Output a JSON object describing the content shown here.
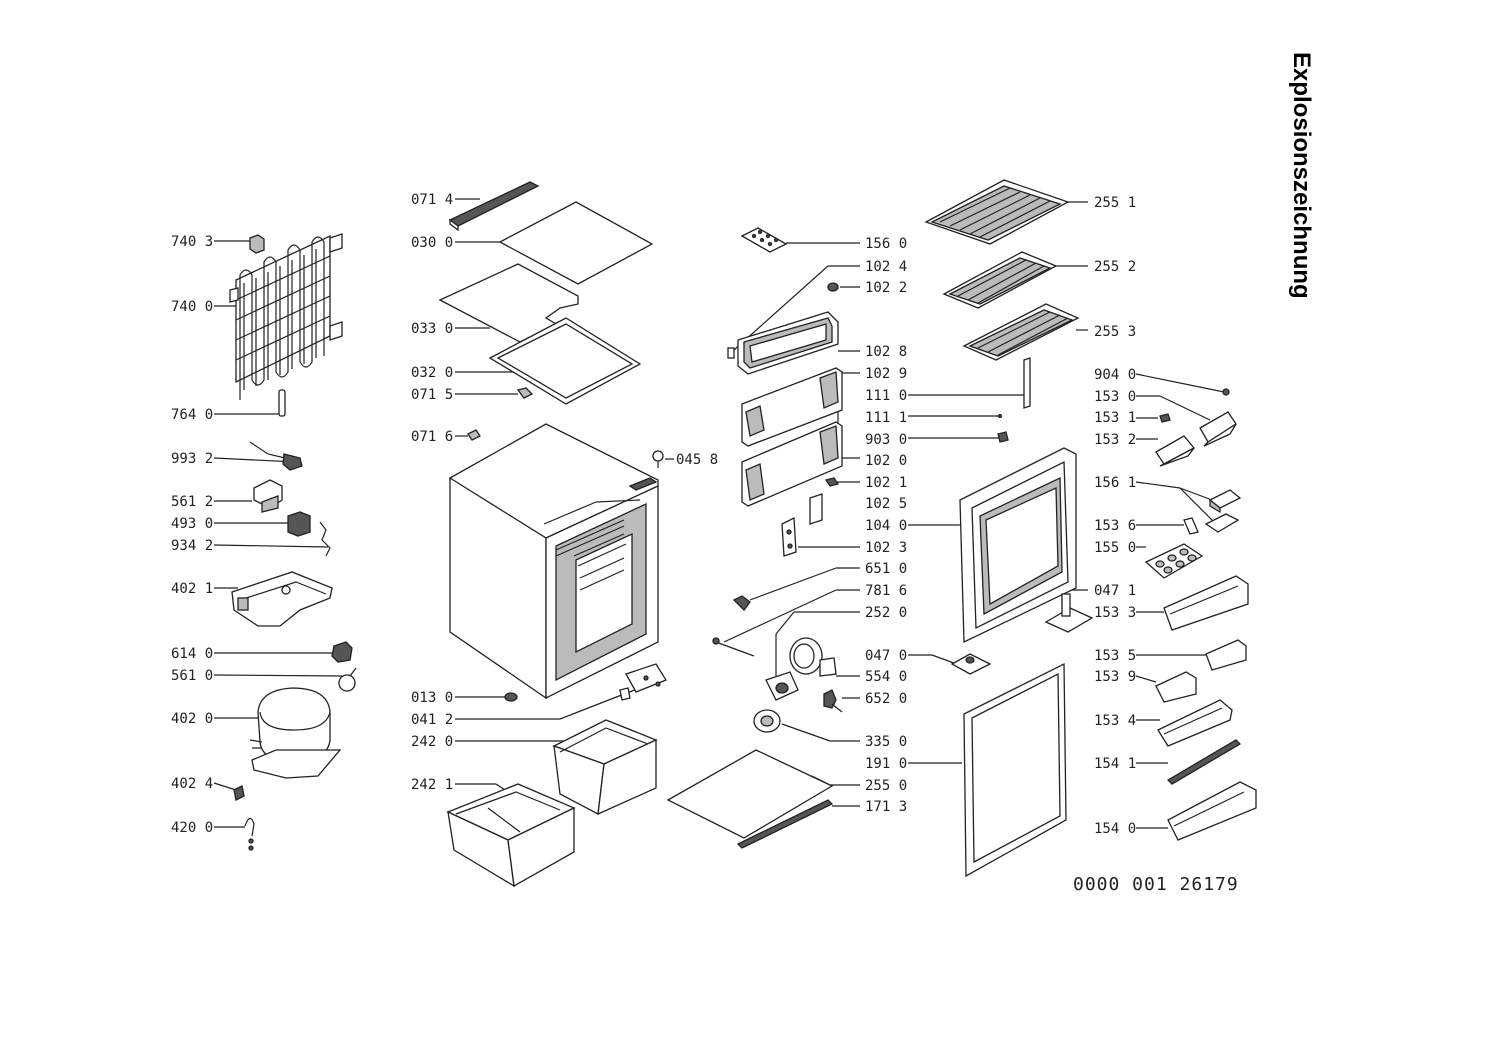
{
  "title": "Explosionszeichnung",
  "document_number": "0000 001 26179",
  "labels": {
    "l7403": "740 3",
    "l7400": "740 0",
    "l7640": "764 0",
    "l9932": "993 2",
    "l5612": "561 2",
    "l4930": "493 0",
    "l9342": "934 2",
    "l4021": "402 1",
    "l6140": "614 0",
    "l5610": "561 0",
    "l4020": "402 0",
    "l4024": "402 4",
    "l4200": "420 0",
    "l0714": "071 4",
    "l0300": "030 0",
    "l0330": "033 0",
    "l0320": "032 0",
    "l0715": "071 5",
    "l0716": "071 6",
    "l0458": "045 8",
    "l0130": "013 0",
    "l0412": "041 2",
    "l2420": "242 0",
    "l2421": "242 1",
    "l1560": "156 0",
    "l1024": "102 4",
    "l1022": "102 2",
    "l1028": "102 8",
    "l1029": "102 9",
    "l1110": "111 0",
    "l1111": "111 1",
    "l9030": "903 0",
    "l1020": "102 0",
    "l1021": "102 1",
    "l1025": "102 5",
    "l1040": "104 0",
    "l1023": "102 3",
    "l6510": "651 0",
    "l7816": "781 6",
    "l2520": "252 0",
    "l0470": "047 0",
    "l5540": "554 0",
    "l6520": "652 0",
    "l3350": "335 0",
    "l1910": "191 0",
    "l2550": "255 0",
    "l1713": "171 3",
    "l2551": "255 1",
    "l2552": "255 2",
    "l2553": "255 3",
    "l9040": "904 0",
    "l1530": "153 0",
    "l1531": "153 1",
    "l1532": "153 2",
    "l1561": "156 1",
    "l1536": "153 6",
    "l1550": "155 0",
    "l0471": "047 1",
    "l1533": "153 3",
    "l1535": "153 5",
    "l1539": "153 9",
    "l1534": "153 4",
    "l1541": "154 1",
    "l1540": "154 0"
  }
}
